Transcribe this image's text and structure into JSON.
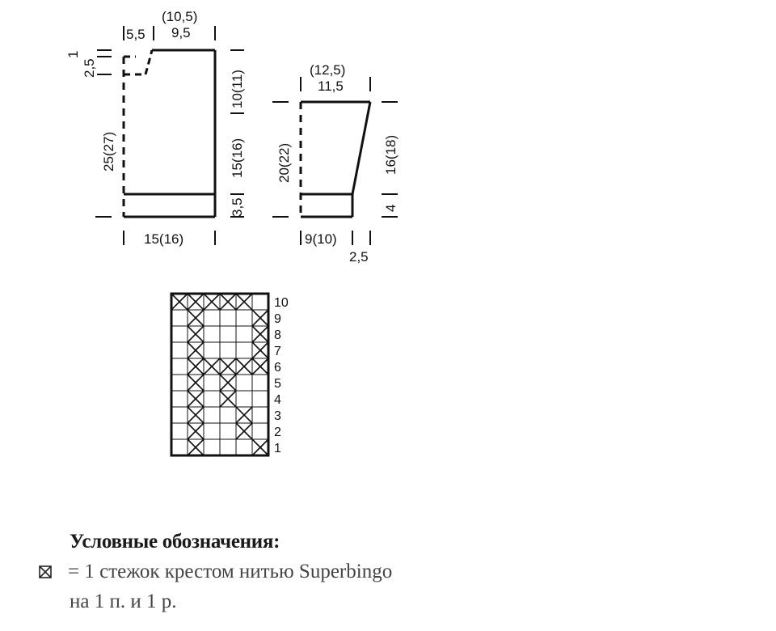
{
  "front": {
    "top_shoulder": "5,5",
    "top_neck_alt": "(10,5)",
    "top_neck": "9,5",
    "side_1": "1",
    "side_2_5": "2,5",
    "side_length": "25(27)",
    "right_top": "10(11)",
    "right_mid": "15(16)",
    "right_bottom": "3,5",
    "bottom_width": "15(16)"
  },
  "sleeve": {
    "top_alt": "(12,5)",
    "top": "11,5",
    "left_length": "20(22)",
    "right_top": "16(18)",
    "right_bottom": "4",
    "bottom_width": "9(10)",
    "bottom_extra": "2,5"
  },
  "chart": {
    "columns": 6,
    "rows": 10,
    "row_labels": [
      "10",
      "9",
      "8",
      "7",
      "6",
      "5",
      "4",
      "3",
      "2",
      "1"
    ],
    "crossed_cells": [
      [
        10,
        1
      ],
      [
        10,
        2
      ],
      [
        10,
        3
      ],
      [
        10,
        4
      ],
      [
        10,
        5
      ],
      [
        9,
        2
      ],
      [
        9,
        6
      ],
      [
        8,
        2
      ],
      [
        8,
        6
      ],
      [
        7,
        2
      ],
      [
        7,
        6
      ],
      [
        6,
        2
      ],
      [
        6,
        3
      ],
      [
        6,
        4
      ],
      [
        6,
        5
      ],
      [
        6,
        6
      ],
      [
        5,
        2
      ],
      [
        5,
        4
      ],
      [
        4,
        2
      ],
      [
        4,
        4
      ],
      [
        3,
        2
      ],
      [
        3,
        5
      ],
      [
        2,
        2
      ],
      [
        2,
        5
      ],
      [
        1,
        2
      ],
      [
        1,
        6
      ]
    ]
  },
  "legend": {
    "title": "Условные обозначения:",
    "symbol": "cross-stitch-icon",
    "line1": "= 1 стежок крестом нитью Superbingo",
    "line2": "на 1 п. и 1 р."
  }
}
